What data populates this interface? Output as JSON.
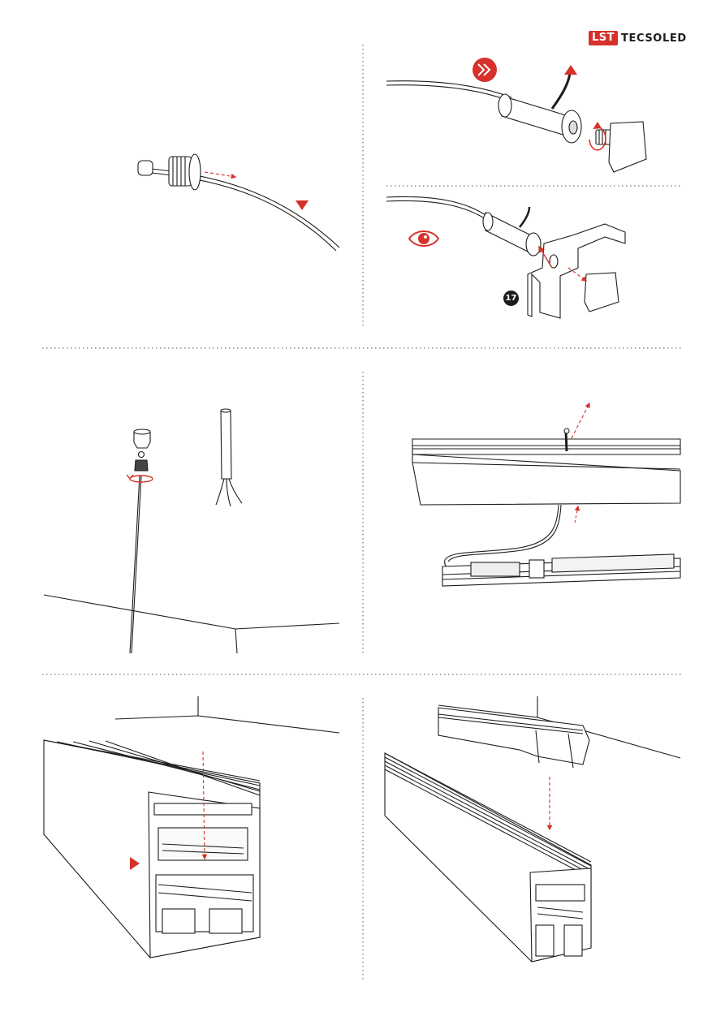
{
  "brand": {
    "mark": "LST",
    "name": "TECSOLED",
    "accent_color": "#d6312b",
    "ink_color": "#1d1d1b"
  },
  "steps": {
    "badge_17": "17"
  },
  "icons": {
    "double_chevron": "double-chevron-icon",
    "eye": "eye-icon",
    "triangle_down": "triangle-down-icon",
    "triangle_up": "triangle-up-icon",
    "triangle_right": "triangle-right-icon",
    "rotate": "rotate-arrow-icon"
  }
}
